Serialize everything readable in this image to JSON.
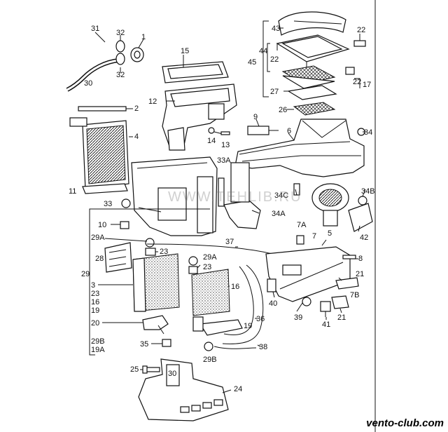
{
  "watermark": "WWW.TEHLIB.RU",
  "site": "vento-club.com",
  "labels": [
    {
      "id": "l31",
      "text": "31"
    },
    {
      "id": "l32a",
      "text": "32"
    },
    {
      "id": "l1",
      "text": "1"
    },
    {
      "id": "l32b",
      "text": "32"
    },
    {
      "id": "l30",
      "text": "30"
    },
    {
      "id": "l2",
      "text": "2"
    },
    {
      "id": "l4",
      "text": "4"
    },
    {
      "id": "l11",
      "text": "11"
    },
    {
      "id": "l15",
      "text": "15"
    },
    {
      "id": "l12",
      "text": "12"
    },
    {
      "id": "l14",
      "text": "14"
    },
    {
      "id": "l13",
      "text": "13"
    },
    {
      "id": "l9",
      "text": "9"
    },
    {
      "id": "l6",
      "text": "6"
    },
    {
      "id": "l33a",
      "text": "33A"
    },
    {
      "id": "l33",
      "text": "33"
    },
    {
      "id": "l43",
      "text": "43"
    },
    {
      "id": "l22a",
      "text": "22"
    },
    {
      "id": "l44",
      "text": "44"
    },
    {
      "id": "l22b",
      "text": "22"
    },
    {
      "id": "l45",
      "text": "45"
    },
    {
      "id": "l27",
      "text": "27"
    },
    {
      "id": "l22c",
      "text": "22"
    },
    {
      "id": "l17",
      "text": "17"
    },
    {
      "id": "l26",
      "text": "26"
    },
    {
      "id": "l34",
      "text": "34"
    },
    {
      "id": "l34c",
      "text": "34C"
    },
    {
      "id": "l34b",
      "text": "34B"
    },
    {
      "id": "l34a",
      "text": "34A"
    },
    {
      "id": "l42",
      "text": "42"
    },
    {
      "id": "l10",
      "text": "10"
    },
    {
      "id": "l29a",
      "text": "29A"
    },
    {
      "id": "l28",
      "text": "28"
    },
    {
      "id": "l23a",
      "text": "23"
    },
    {
      "id": "l29",
      "text": "29"
    },
    {
      "id": "l3",
      "text": "3"
    },
    {
      "id": "l23b",
      "text": "23"
    },
    {
      "id": "l16a",
      "text": "16"
    },
    {
      "id": "l19a",
      "text": "19"
    },
    {
      "id": "l20",
      "text": "20"
    },
    {
      "id": "l29b",
      "text": "29B"
    },
    {
      "id": "l19b",
      "text": "19A"
    },
    {
      "id": "l37",
      "text": "37"
    },
    {
      "id": "l29a2",
      "text": "29A"
    },
    {
      "id": "l23c",
      "text": "23"
    },
    {
      "id": "l16b",
      "text": "16"
    },
    {
      "id": "l19c",
      "text": "19"
    },
    {
      "id": "l36",
      "text": "36"
    },
    {
      "id": "l35",
      "text": "35"
    },
    {
      "id": "l29b2",
      "text": "29B"
    },
    {
      "id": "l38",
      "text": "38"
    },
    {
      "id": "l25",
      "text": "25"
    },
    {
      "id": "l24",
      "text": "24"
    },
    {
      "id": "l7a",
      "text": "7A"
    },
    {
      "id": "l7",
      "text": "7"
    },
    {
      "id": "l5",
      "text": "5"
    },
    {
      "id": "l8",
      "text": "8"
    },
    {
      "id": "l21a",
      "text": "21"
    },
    {
      "id": "l7b",
      "text": "7B"
    },
    {
      "id": "l40",
      "text": "40"
    },
    {
      "id": "l39",
      "text": "39"
    },
    {
      "id": "l41",
      "text": "41"
    },
    {
      "id": "l21b",
      "text": "21"
    },
    {
      "id": "l30b",
      "text": "30"
    }
  ]
}
